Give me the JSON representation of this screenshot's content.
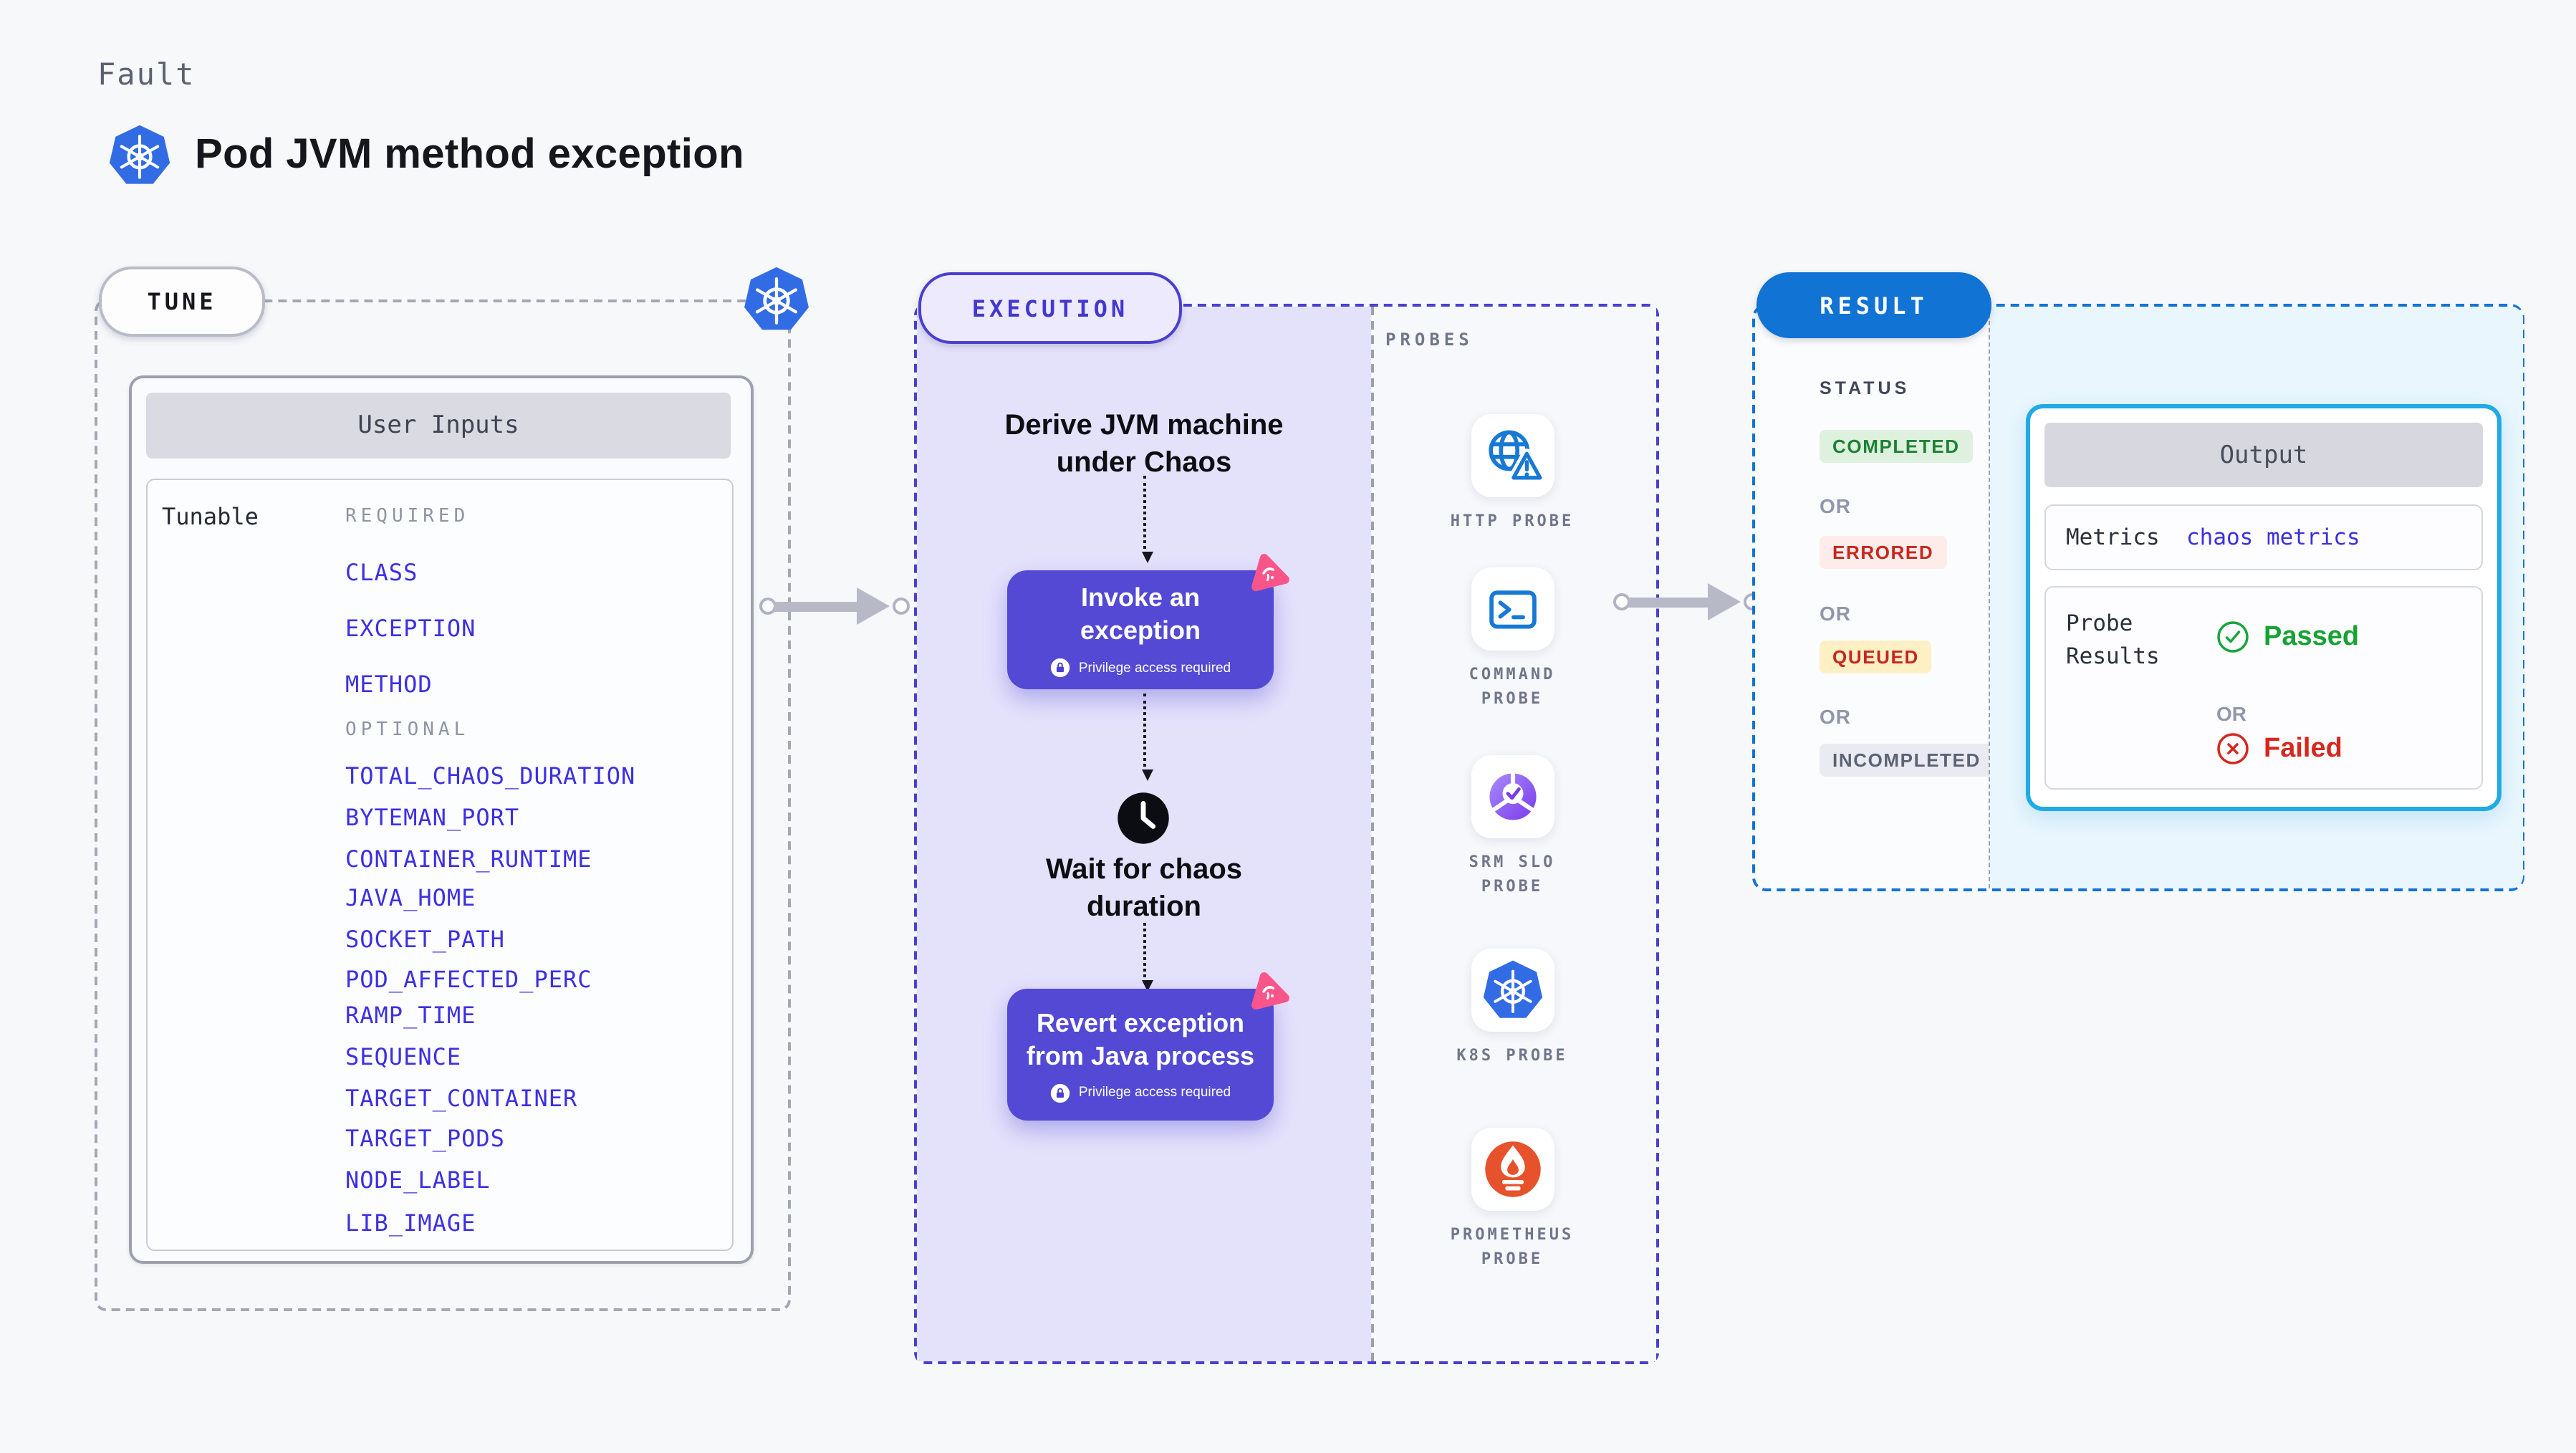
{
  "page": {
    "fault_label": "Fault",
    "title": "Pod JVM method exception"
  },
  "tune": {
    "badge": "TUNE",
    "card_title": "User Inputs",
    "row_label": "Tunable",
    "required_label": "REQUIRED",
    "optional_label": "OPTIONAL",
    "required": [
      "CLASS",
      "EXCEPTION",
      "METHOD"
    ],
    "optional": [
      "TOTAL_CHAOS_DURATION",
      "BYTEMAN_PORT",
      "CONTAINER_RUNTIME",
      "JAVA_HOME",
      "SOCKET_PATH",
      "POD_AFFECTED_PERC",
      "RAMP_TIME",
      "SEQUENCE",
      "TARGET_CONTAINER",
      "TARGET_PODS",
      "NODE_LABEL",
      "LIB_IMAGE"
    ]
  },
  "execution": {
    "badge": "EXECUTION",
    "derive_line1": "Derive JVM machine",
    "derive_line2": "under Chaos",
    "invoke_title": "Invoke an exception",
    "revert_title": "Revert exception from Java process",
    "privilege_note": "Privilege access required",
    "wait_line1": "Wait for chaos",
    "wait_line2": "duration"
  },
  "probes": {
    "label": "PROBES",
    "items": [
      {
        "icon": "globe-warning-icon",
        "lines": [
          "HTTP PROBE"
        ]
      },
      {
        "icon": "terminal-icon",
        "lines": [
          "COMMAND",
          "PROBE"
        ]
      },
      {
        "icon": "slo-gauge-icon",
        "lines": [
          "SRM SLO",
          "PROBE"
        ]
      },
      {
        "icon": "kubernetes-icon",
        "lines": [
          "K8S PROBE"
        ]
      },
      {
        "icon": "prometheus-flame-icon",
        "lines": [
          "PROMETHEUS",
          "PROBE"
        ]
      }
    ]
  },
  "result": {
    "badge": "RESULT",
    "status_label": "STATUS",
    "or_label": "OR",
    "statuses": [
      {
        "label": "COMPLETED",
        "color": "#1d8234",
        "bg": "#def1df"
      },
      {
        "label": "ERRORED",
        "color": "#c6271e",
        "bg": "#fdecea"
      },
      {
        "label": "QUEUED",
        "color": "#c6271e",
        "bg": "#fdf0c4"
      },
      {
        "label": "INCOMPLETED",
        "color": "#5d6375",
        "bg": "#eaebf2"
      }
    ],
    "output": {
      "title": "Output",
      "metrics_label": "Metrics",
      "metrics_value": "chaos metrics",
      "probe_results_line1": "Probe",
      "probe_results_line2": "Results",
      "passed": "Passed",
      "or_label": "OR",
      "failed": "Failed"
    }
  },
  "colors": {
    "page_bg": "#f7f8fa",
    "tune_dash": "#a3a8b3",
    "execution_accent": "#4a3fd0",
    "execution_fill": "#e4e2fb",
    "tunable_item_blue": "#3d2fe2",
    "button_indigo": "#5349d4",
    "chaos_pink": "#f9558b",
    "result_blue": "#1173d4",
    "result_fill": "#e9f6fd",
    "output_border": "#20aae6",
    "passed_green": "#16a234",
    "failed_red": "#d6281e",
    "kubernetes_blue": "#326ce5",
    "prometheus_orange": "#e6522c",
    "probe_icon_blue": "#1879d4"
  }
}
